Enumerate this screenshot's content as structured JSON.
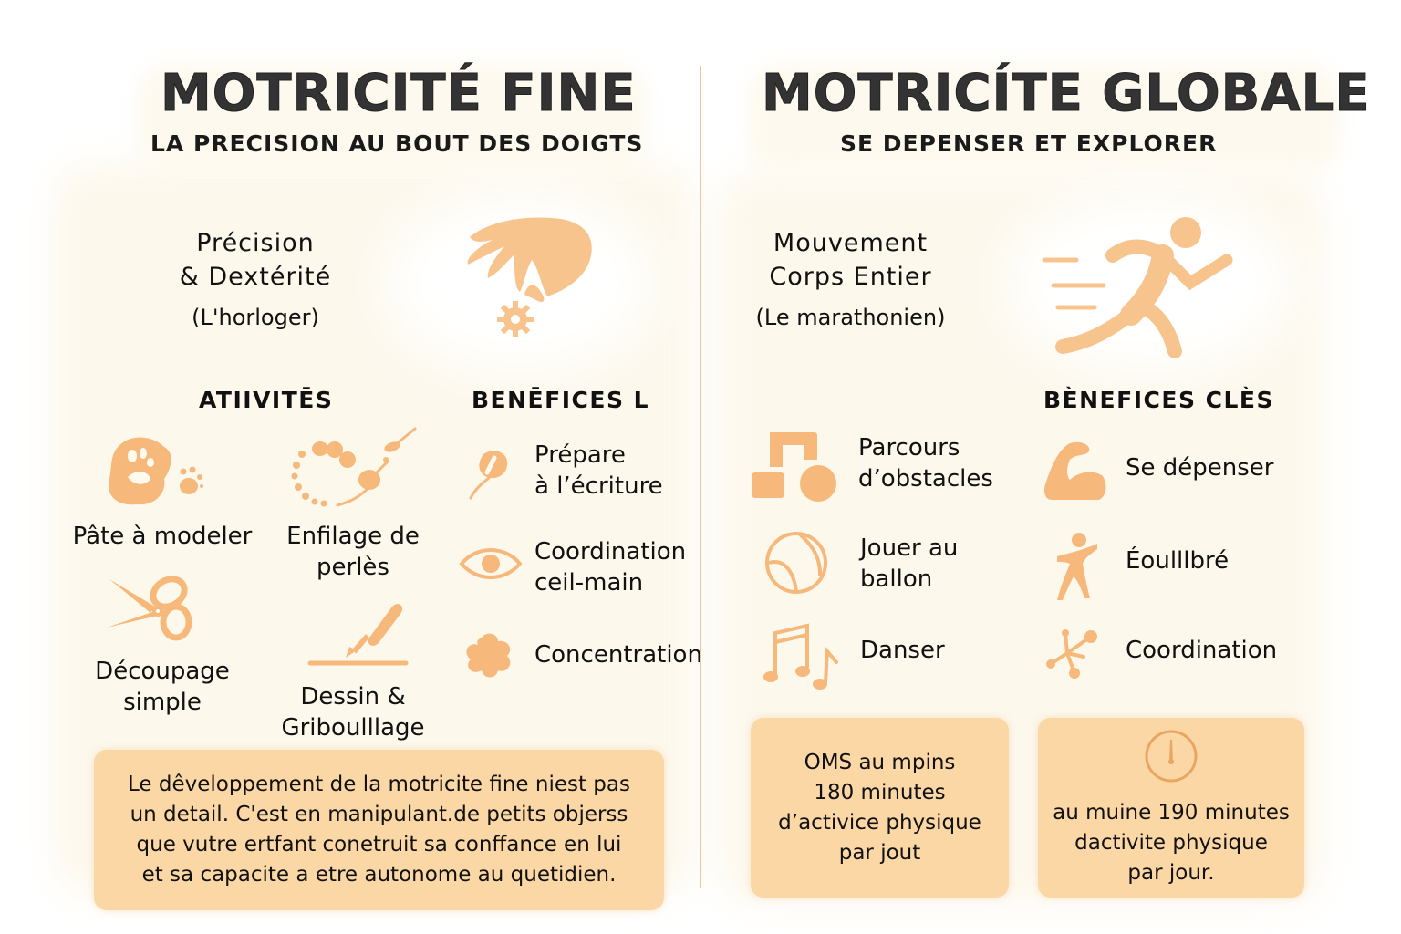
{
  "colors": {
    "accent": "#f7bf85",
    "accent_dark": "#eaa562",
    "box_bg": "#fbd7a5",
    "divider": "#f0c594",
    "panel_bg": "#fdf8ec",
    "title_text": "#333333"
  },
  "left": {
    "title": "MOTRICITÉ FINE",
    "subtitle": "LA PRECISION AU BOUT DES DOIGTS",
    "hero": {
      "line1": "Précision",
      "line2": "& Dextérité",
      "sub": "(L'horloger)",
      "icon": "hand-picking-gear-icon"
    },
    "activities": {
      "heading": "ATIIVITĒS",
      "items": [
        {
          "line1": "Pâte à modeler",
          "line2": "",
          "icon": "play-dough-icon"
        },
        {
          "line1": "Enfilage de",
          "line2": "perlès",
          "icon": "bead-string-icon"
        },
        {
          "line1": "Découpage",
          "line2": "simple",
          "icon": "scissors-icon"
        },
        {
          "line1": "Dessin &",
          "line2": "Griboulllage",
          "icon": "crayon-icon"
        }
      ]
    },
    "benefits": {
      "heading": "BENĒFICES L",
      "items": [
        {
          "line1": "Prépare",
          "line2": "à l’écriture",
          "icon": "pen-nib-icon"
        },
        {
          "line1": "Coordination",
          "line2": "ceil-main",
          "icon": "eye-icon"
        },
        {
          "line1": "Concentration",
          "line2": "",
          "icon": "flower-blob-icon"
        }
      ]
    },
    "note": {
      "lines": [
        "Le dêveloppement de la motricite fine niest pas",
        "un detail. C'est en manipulant.de petits objerss",
        "que vutre ertfant conetruit sa conffance en lui",
        "et sa capacite a etre autonome au quetidien."
      ]
    }
  },
  "right": {
    "title": "MOTRICÍTE GLOBALE",
    "subtitle": "SE DEPENSER ET EXPLORER",
    "hero": {
      "line1": "Mouvement",
      "line2": "Corps Entier",
      "sub": "(Le marathonien)",
      "icon": "running-person-icon"
    },
    "activities": {
      "items": [
        {
          "line1": "Parcours",
          "line2": "d’obstacles",
          "icon": "obstacle-blocks-icon"
        },
        {
          "line1": "Jouer au",
          "line2": "ballon",
          "icon": "ball-icon"
        },
        {
          "line1": "Danser",
          "line2": "",
          "icon": "music-notes-icon"
        }
      ]
    },
    "benefits": {
      "heading": "BÈNEFICES CLÈS",
      "items": [
        {
          "line1": "Se dépenser",
          "icon": "flexed-arm-icon"
        },
        {
          "line1": "Éoulllbré",
          "icon": "balancing-figure-icon"
        },
        {
          "line1": "Coordination",
          "icon": "network-nodes-icon"
        }
      ]
    },
    "box1": {
      "lines": [
        "OMS au mpins",
        "180 minutes",
        "d’activice physique",
        "par jout"
      ]
    },
    "box2": {
      "icon": "clock-icon",
      "lines": [
        "au muine 190 minutes",
        "dactivite physique",
        "par jour."
      ]
    }
  }
}
